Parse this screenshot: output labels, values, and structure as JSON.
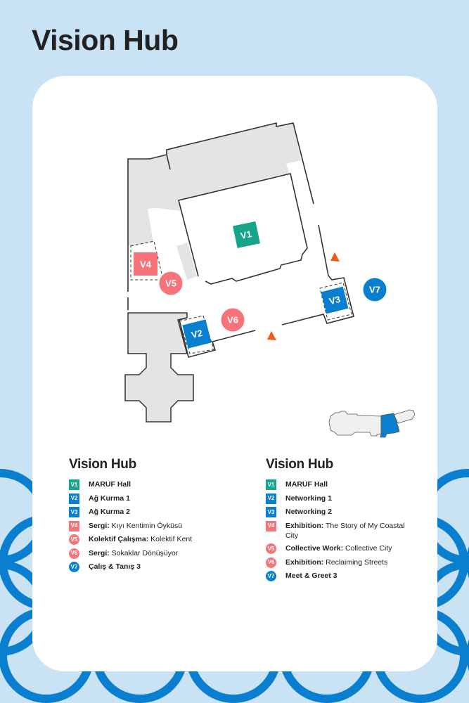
{
  "header": {
    "title": "Vision Hub"
  },
  "colors": {
    "background": "#c9e3f5",
    "pattern": "#0a7fd0",
    "green": "#17a58a",
    "blue": "#0a7fd0",
    "coral": "#f7737a",
    "orange": "#f05a14",
    "wall_gray": "#e4e4e4"
  },
  "map": {
    "markers": [
      {
        "id": "V1",
        "color": "green",
        "shape": "square"
      },
      {
        "id": "V2",
        "color": "blue",
        "shape": "square"
      },
      {
        "id": "V3",
        "color": "blue",
        "shape": "square"
      },
      {
        "id": "V4",
        "color": "coral",
        "shape": "square"
      },
      {
        "id": "V5",
        "color": "coral",
        "shape": "circle"
      },
      {
        "id": "V6",
        "color": "coral",
        "shape": "circle"
      },
      {
        "id": "V7",
        "color": "blue",
        "shape": "circle"
      }
    ]
  },
  "legend_tr": {
    "title": "Vision Hub",
    "items": [
      {
        "id": "V1",
        "bold": "MARUF Hall",
        "text": ""
      },
      {
        "id": "V2",
        "bold": "Ağ Kurma 1",
        "text": ""
      },
      {
        "id": "V3",
        "bold": "Ağ Kurma 2",
        "text": ""
      },
      {
        "id": "V4",
        "bold": "Sergi:",
        "text": " Kıyı Kentimin Öyküsü"
      },
      {
        "id": "V5",
        "bold": "Kolektif Çalışma:",
        "text": " Kolektif Kent"
      },
      {
        "id": "V6",
        "bold": "Sergi:",
        "text": " Sokaklar Dönüşüyor"
      },
      {
        "id": "V7",
        "bold": "Çalış & Tanış 3",
        "text": ""
      }
    ]
  },
  "legend_en": {
    "title": "Vision Hub",
    "items": [
      {
        "id": "V1",
        "bold": "MARUF Hall",
        "text": ""
      },
      {
        "id": "V2",
        "bold": "Networking 1",
        "text": ""
      },
      {
        "id": "V3",
        "bold": "Networking 2",
        "text": ""
      },
      {
        "id": "V4",
        "bold": "Exhibition:",
        "text": " The Story of My Coastal City"
      },
      {
        "id": "V5",
        "bold": "Collective Work:",
        "text": " Collective City"
      },
      {
        "id": "V6",
        "bold": "Exhibition:",
        "text": " Reclaiming Streets"
      },
      {
        "id": "V7",
        "bold": "Meet & Greet 3",
        "text": ""
      }
    ]
  }
}
